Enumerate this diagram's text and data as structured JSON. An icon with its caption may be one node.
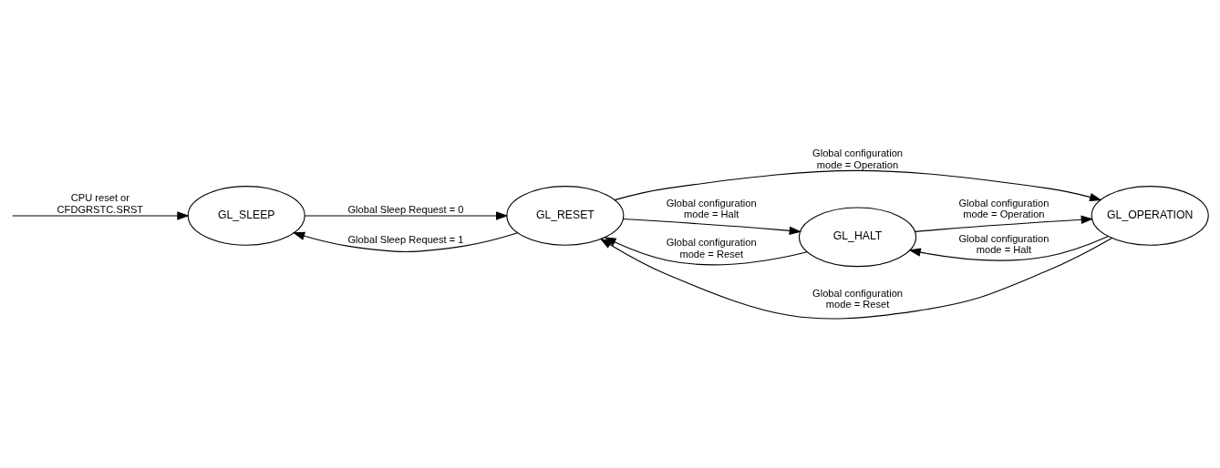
{
  "diagram": {
    "nodes": [
      {
        "text": [
          "GL_SLEEP"
        ]
      },
      {
        "text": [
          "GL_RESET"
        ]
      },
      {
        "text": [
          "GL_OPERATION"
        ]
      },
      {
        "text": [
          "GL_HALT"
        ]
      }
    ],
    "edges": [
      {
        "from": null,
        "to": 0,
        "arrow": "to",
        "label": "CPU reset or CFDGRSTC.SRST"
      },
      {
        "from": 1,
        "to": 0,
        "arrow": "to",
        "label": "Global Sleep Request = 1"
      },
      {
        "from": 0,
        "to": 1,
        "arrow": "to",
        "label": "Global Sleep Request = 0"
      },
      {
        "from": 1,
        "to": 2,
        "arrow": "to",
        "label": "Global configuration mode = Operation"
      },
      {
        "from": 2,
        "to": 1,
        "arrow": "to",
        "label": "Global configuration mode = Reset"
      },
      {
        "from": 1,
        "to": 3,
        "arrow": "to",
        "label": "Global configuration mode = Halt"
      },
      {
        "from": 3,
        "to": 1,
        "arrow": "to",
        "label": "Global configuration mode = Reset"
      },
      {
        "from": 2,
        "to": 3,
        "arrow": "to",
        "label": "Global configuration mode = Halt"
      },
      {
        "from": 3,
        "to": 2,
        "arrow": "to",
        "label": "Global configuration mode = Operation"
      }
    ]
  }
}
